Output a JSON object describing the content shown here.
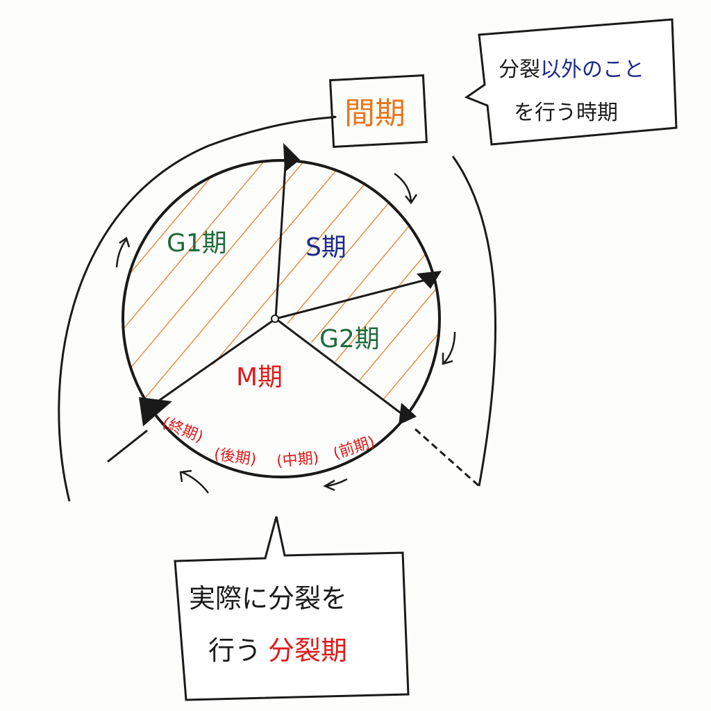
{
  "interphase_label": "間期",
  "interphase_note": {
    "line1_a": "分裂",
    "line1_b": "以外",
    "line1_c": "のこと",
    "line2": "を行う時期"
  },
  "phases": {
    "g1": "G1期",
    "s": "S期",
    "g2": "G2期",
    "m": "M期"
  },
  "m_subphases": [
    "(終期)",
    "(後期)",
    "(中期)",
    "(前期)"
  ],
  "mitosis_note": {
    "line1": "実際に分裂を",
    "line2_a": "行う",
    "line2_b": "分裂期"
  },
  "colors": {
    "ink": "#1a1a1a",
    "orange": "#e8761e",
    "green": "#1e6a3a",
    "blue": "#1c2a8a",
    "red": "#e01a1a"
  }
}
